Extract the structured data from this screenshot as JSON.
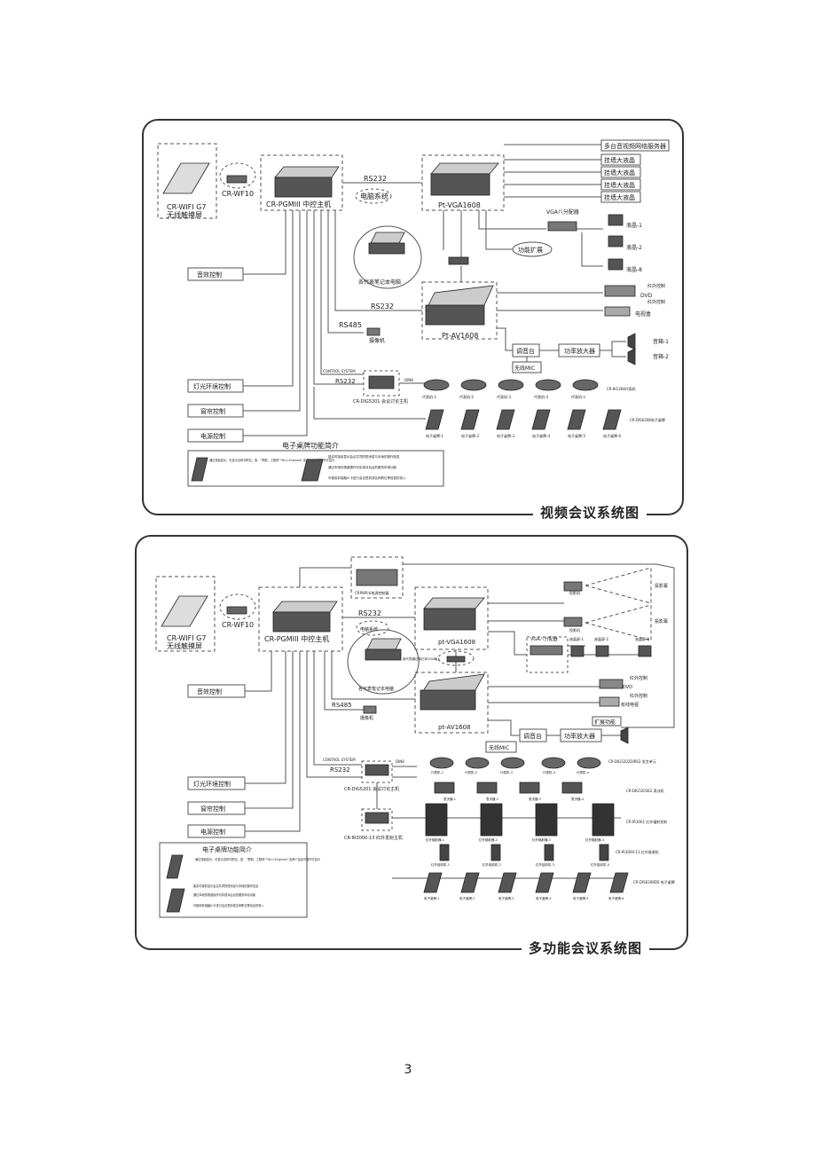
{
  "diagram1": {
    "title": "视频会议系统图",
    "wifi": "CR-WIFI G7",
    "wifi_sub": "无线触摸屏",
    "wf10": "CR-WF10",
    "pgm": "CR-PGMIII 中控主机",
    "rs232_a": "RS232",
    "pc_system": "电脑系统",
    "vga_matrix": "Pt-VGA1608",
    "server": "多台音视频网络服务器",
    "lcd": [
      "挂墙大液晶",
      "挂墙大液晶",
      "挂墙大液晶",
      "挂墙大液晶"
    ],
    "splitter": "VGA八分配器",
    "lcd_screens": [
      "液晶-1",
      "液晶-2",
      "液晶-8"
    ],
    "function_ext": "功能扩展",
    "laptops": "各代表笔记本电脑",
    "rs232_b": "RS232",
    "rs485": "RS485",
    "camera": "摄像机",
    "av_matrix": "Pt-AV1608",
    "ir_ctrl": [
      "红外控制",
      "红外控制"
    ],
    "dvd": "DVD",
    "tv_box": "电视盒",
    "mixer": "调音台",
    "amp": "功率放大器",
    "speakers": [
      "音箱-1",
      "音箱-2"
    ],
    "wireless_mic": "无线MIC",
    "sound_ctrl": "音效控制",
    "light_ctrl": "灯光环境控制",
    "curtain_ctrl": "窗帘控制",
    "power_ctrl": "电源控制",
    "control_system": "CONTROL SYSTEM",
    "rs232_c": "RS232",
    "din8": "DIN8",
    "dis_host": "CR-DIG5201 会议讨论主机",
    "delegates": [
      "代表机-1",
      "代表机-2",
      "代表机-3",
      "代表机-4",
      "代表机-n"
    ],
    "delegate_note": "CR-8I1368代表机",
    "nameplates": [
      "电子桌牌-1",
      "电子桌牌-2",
      "电子桌牌-3",
      "电子桌牌-4",
      "电子桌牌-5",
      "电子桌牌-6"
    ],
    "nameplate_note": "CR-DIS6208电子桌牌",
    "nameplate_title": "电子桌牌功能简介",
    "nameplate_features": [
      "通过双面显示，可显示名称与职位，如：“李刚，工程师”“Mr.Li-Engineer”此两个信息可循环式显示",
      "能实时接收显示会议共同的短消息与本地的操作信息",
      "通过本地的按键操作可实现对后台的服务申请功能",
      "可使用非接触IC卡进行会议签到或名称职位等信息的录入"
    ]
  },
  "diagram2": {
    "title": "多功能会议系统图",
    "wifi": "CR-WIFI G7",
    "wifi_sub": "无线触摸屏",
    "wf10": "CR-WF10",
    "pgm": "CR-PGMIII 中控主机",
    "power_seq": "CRPWR-8电源控制器",
    "rs232_a": "RS232",
    "pc_system": "电脑系统",
    "vga_matrix": "pt-VGA1608",
    "projectors": [
      "投影机",
      "投影机"
    ],
    "screens": [
      "投影幕",
      "投影幕"
    ],
    "splitter": "VGA八分配器",
    "lcd_screens": [
      "液晶屏-1",
      "液晶屏-2",
      "液晶屏-8"
    ],
    "laptops": "各代表笔记本电脑",
    "laptop_note": "各代表通过笔记本VGA输入",
    "rs485": "RS485",
    "camera": "摄像机",
    "av_matrix": "pt-AV1608",
    "ir_ctrl": [
      "红外控制",
      "红外控制"
    ],
    "dvd": "DVD",
    "tv_box": "有线电视",
    "function_ext": "扩展功能",
    "mixer": "调音台",
    "amp": "功率放大器",
    "wireless_mic": "无线MIC",
    "sound_ctrl": "音效控制",
    "light_ctrl": "灯光环境控制",
    "curtain_ctrl": "窗帘控制",
    "power_ctrl": "电源控制",
    "control_system": "CONTROL SYSTEM",
    "rs232_c": "RS232",
    "din8": "DIN8",
    "dis_host": "CR-DIG5201 会议讨论主机",
    "ir_host": "CR-IR3000-13 红外发射主机",
    "delegates": [
      "代表机-1",
      "代表机-2",
      "代表机-3",
      "代表机-4",
      "代表机-n"
    ],
    "delegate_note": "CR-DIG5202DIR62 发言单元",
    "voters": [
      "表决器-1",
      "表决器-2",
      "表决器-3",
      "表决器-4"
    ],
    "voter_note": "CR-DIG5203E2 表决机",
    "ir_radiators": [
      "红外辐射器-1",
      "红外辐射器-2",
      "红外辐射器-3",
      "红外辐射器-4"
    ],
    "ir_radiator_note": "CR-IR3001 红外辐射发射",
    "ir_receivers": [
      "红外接收机-1",
      "红外接收机-2",
      "红外接收机-3",
      "红外接收机-4"
    ],
    "ir_receiver_note": "CR-IR3000-13 红外接收机",
    "nameplates": [
      "电子桌牌-1",
      "电子桌牌-2",
      "电子桌牌-3",
      "电子桌牌-4",
      "电子桌牌-5",
      "电子桌牌-6"
    ],
    "nameplate_note": "CR-DIS6208DS 电子桌牌",
    "nameplate_title": "电子桌牌功能简介",
    "nameplate_features": [
      "通过双面显示，可显示名称与职位，如：“李刚，工程师”“Mr.Li-Engineer”此两个信息可循环式显示",
      "能实时接收显示会议共同的短消息与本地的操作信息",
      "通过本地的按键操作可实现对后台的服务申请功能",
      "可使用非接触IC卡进行会议签到或名称职位等信息的录入"
    ]
  },
  "page_number": "3"
}
